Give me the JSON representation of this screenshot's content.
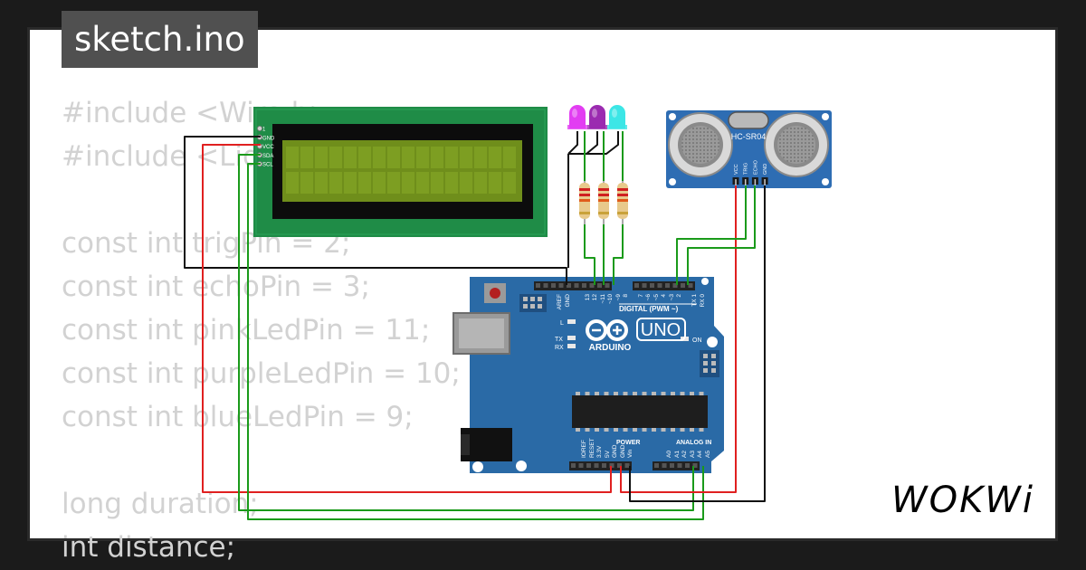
{
  "header": {
    "title": "sketch.ino"
  },
  "code_lines": [
    "#include <Wire.h>",
    "#include <LiquidCrystal_I2C.h>",
    "",
    "const int trigPin = 2;",
    "const int echoPin = 3;",
    "const int pinkLedPin = 11;",
    "const int purpleLedPin = 10;",
    "const int blueLedPin = 9;",
    "",
    "long duration;",
    "int distance;"
  ],
  "lcd": {
    "pins": [
      "1",
      "GND",
      "VCC",
      "SDA",
      "SCL"
    ]
  },
  "leds": [
    {
      "name": "pink",
      "color": "#e23df2"
    },
    {
      "name": "purple",
      "color": "#9b2bb0"
    },
    {
      "name": "blue",
      "color": "#3ce6e6"
    }
  ],
  "sensor": {
    "label": "HC-SR04",
    "pins": [
      "VCC",
      "TRIG",
      "ECHO",
      "GND"
    ]
  },
  "arduino": {
    "brand": "ARDUINO",
    "model": "UNO",
    "digital_label": "DIGITAL (PWM ~)",
    "power_label": "POWER",
    "analog_label": "ANALOG IN",
    "on_label": "ON",
    "l_label": "L",
    "tx_label": "TX",
    "rx_label": "RX",
    "top_pins": [
      "AREF",
      "GND",
      "13",
      "12",
      "~11",
      "~10",
      "~9",
      "8",
      "7",
      "~6",
      "~5",
      "4",
      "~3",
      "2",
      "TX 1",
      "RX 0"
    ],
    "power_pins": [
      "IOREF",
      "RESET",
      "3.3V",
      "5V",
      "GND",
      "GND",
      "Vin"
    ],
    "analog_pins": [
      "A0",
      "A1",
      "A2",
      "A3",
      "A4",
      "A5"
    ]
  },
  "brand": {
    "logo_text": "WOKWi"
  },
  "colors": {
    "board": "#2a6aa6",
    "lcd_pcb": "#1f8c47",
    "lcd_screen": "#6f8e1b",
    "sensor": "#2e6db3",
    "wire_red": "#e02020",
    "wire_green": "#1a9a1a",
    "wire_black": "#111111"
  }
}
